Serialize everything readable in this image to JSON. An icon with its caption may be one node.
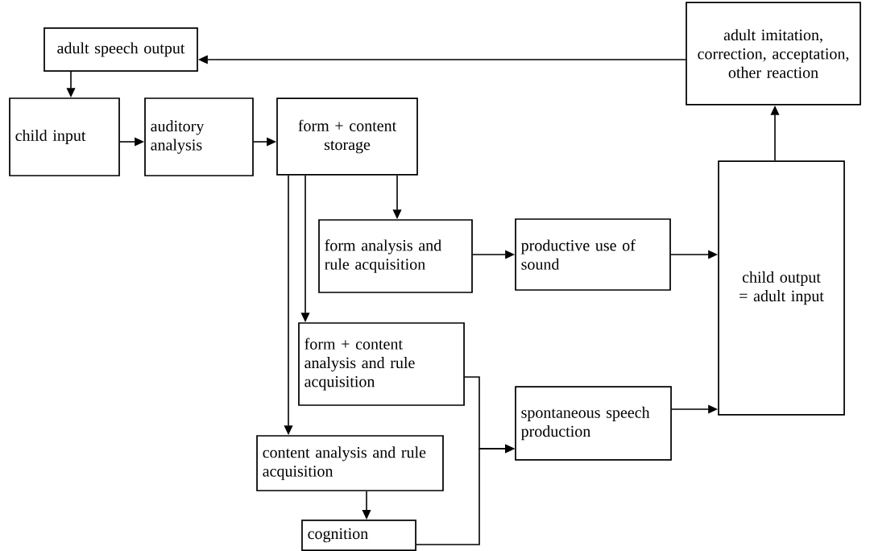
{
  "diagram": {
    "nodes": [
      {
        "text": [
          "adult speech output"
        ]
      },
      {
        "text": [
          "adult imitation, correction, acceptation, other reaction"
        ]
      },
      {
        "text": [
          "child input"
        ]
      },
      {
        "text": [
          "auditory analysis"
        ]
      },
      {
        "text": [
          "form + content storage"
        ]
      },
      {
        "text": [
          "form analysis and rule acquisition"
        ]
      },
      {
        "text": [
          "productive use of sound"
        ]
      },
      {
        "text": [
          "child output = adult input"
        ]
      },
      {
        "text": [
          "form + content analysis and rule acquisition"
        ]
      },
      {
        "text": [
          "spontaneous speech production"
        ]
      },
      {
        "text": [
          "content analysis and rule acquisition"
        ]
      },
      {
        "text": [
          "cognition"
        ]
      }
    ],
    "edges": [
      {
        "from": 1,
        "to": 0,
        "arrow": "to"
      },
      {
        "from": 0,
        "to": 2,
        "arrow": "to"
      },
      {
        "from": 2,
        "to": 3,
        "arrow": "to"
      },
      {
        "from": 3,
        "to": 4,
        "arrow": "to"
      },
      {
        "from": 4,
        "to": 5,
        "arrow": "to"
      },
      {
        "from": 4,
        "to": 8,
        "arrow": "to"
      },
      {
        "from": 4,
        "to": 10,
        "arrow": "to"
      },
      {
        "from": 5,
        "to": 6,
        "arrow": "to"
      },
      {
        "from": 8,
        "to": 9,
        "arrow": "to"
      },
      {
        "from": 11,
        "to": 9,
        "arrow": "to"
      },
      {
        "from": 10,
        "to": 11,
        "arrow": "to"
      },
      {
        "from": 6,
        "to": 7,
        "arrow": "to"
      },
      {
        "from": 9,
        "to": 7,
        "arrow": "to"
      },
      {
        "from": 7,
        "to": 1,
        "arrow": "to"
      }
    ]
  }
}
